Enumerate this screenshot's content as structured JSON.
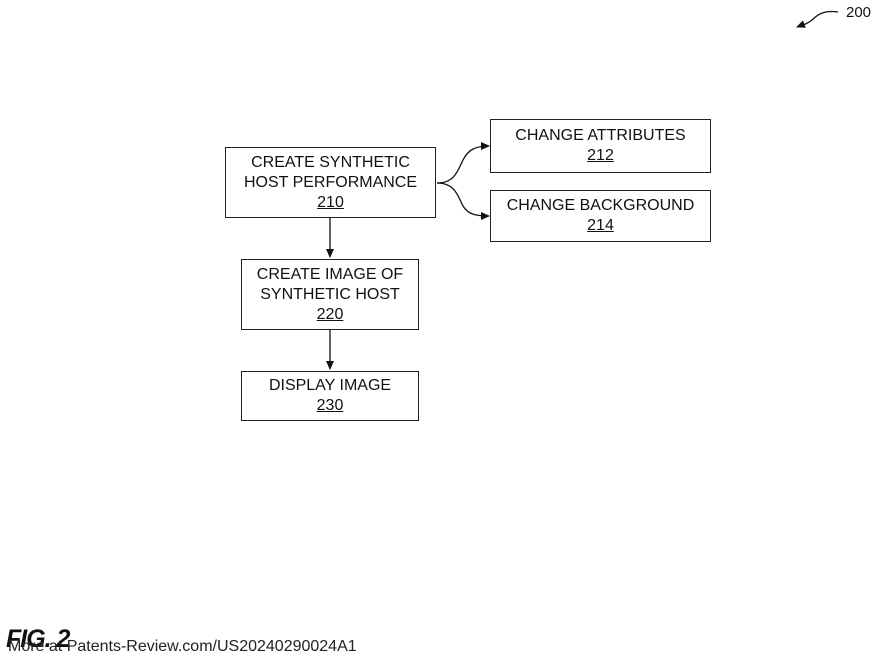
{
  "figure_ref": "200",
  "figure_label": "FIG. 2",
  "watermark": "More at Patents-Review.com/US20240290024A1",
  "boxes": {
    "b210": {
      "line1": "CREATE SYNTHETIC",
      "line2": "HOST PERFORMANCE",
      "ref": "210"
    },
    "b212": {
      "line1": "CHANGE ATTRIBUTES",
      "ref": "212"
    },
    "b214": {
      "line1": "CHANGE BACKGROUND",
      "ref": "214"
    },
    "b220": {
      "line1": "CREATE IMAGE OF",
      "line2": "SYNTHETIC HOST",
      "ref": "220"
    },
    "b230": {
      "line1": "DISPLAY IMAGE",
      "ref": "230"
    }
  }
}
